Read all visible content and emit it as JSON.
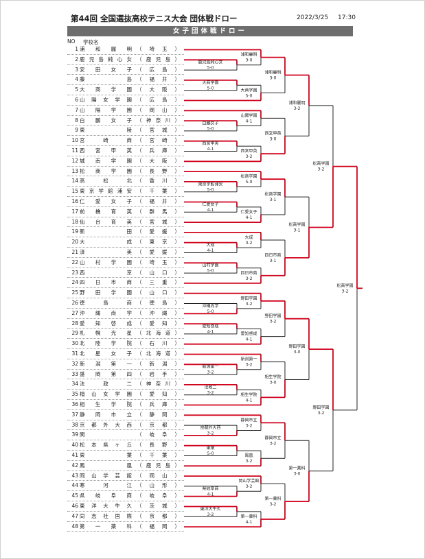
{
  "header": {
    "title": "第44回 全国選抜高校テニス大会 団体戦ドロー",
    "date": "2022/3/25",
    "time": "17:30",
    "banner": "女子団体戦ドロー"
  },
  "columns": {
    "no": "NO",
    "school": "学校名"
  },
  "entries": [
    {
      "no": "1",
      "name": "浦和麗明",
      "pref": "（埼玉）"
    },
    {
      "no": "2",
      "name": "鹿児島純心女",
      "pref": "（鹿児島）"
    },
    {
      "no": "3",
      "name": "安田女子",
      "pref": "（広島）"
    },
    {
      "no": "4",
      "name": "藤島",
      "pref": "（福井）"
    },
    {
      "no": "5",
      "name": "大商学園",
      "pref": "（大阪）"
    },
    {
      "no": "6",
      "name": "山陽女学園",
      "pref": "（広島）"
    },
    {
      "no": "7",
      "name": "山陽学園",
      "pref": "（岡山）"
    },
    {
      "no": "8",
      "name": "白鵬女子",
      "pref": "（神奈川）"
    },
    {
      "no": "9",
      "name": "東陵",
      "pref": "（宮城）"
    },
    {
      "no": "10",
      "name": "宮崎商",
      "pref": "（宮崎）"
    },
    {
      "no": "11",
      "name": "西宮甲英",
      "pref": "（兵庫）"
    },
    {
      "no": "12",
      "name": "城南学園",
      "pref": "（大阪）"
    },
    {
      "no": "13",
      "name": "松商学園",
      "pref": "（長野）"
    },
    {
      "no": "14",
      "name": "高松北",
      "pref": "（香川）"
    },
    {
      "no": "15",
      "name": "東京学館浦安",
      "pref": "（千葉）"
    },
    {
      "no": "16",
      "name": "仁愛女子",
      "pref": "（福井）"
    },
    {
      "no": "17",
      "name": "前橋育英",
      "pref": "（群馬）"
    },
    {
      "no": "18",
      "name": "仙台育英",
      "pref": "（宮城）"
    },
    {
      "no": "19",
      "name": "新田",
      "pref": "（愛媛）"
    },
    {
      "no": "20",
      "name": "大成",
      "pref": "（東京）"
    },
    {
      "no": "21",
      "name": "済美",
      "pref": "（愛媛）"
    },
    {
      "no": "22",
      "name": "山村学園",
      "pref": "（埼玉）"
    },
    {
      "no": "23",
      "name": "西京",
      "pref": "（山口）"
    },
    {
      "no": "24",
      "name": "四日市商",
      "pref": "（三重）"
    },
    {
      "no": "25",
      "name": "野田学園",
      "pref": "（山口）"
    },
    {
      "no": "26",
      "name": "徳島商",
      "pref": "（徳島）"
    },
    {
      "no": "27",
      "name": "沖縄尚学",
      "pref": "（沖縄）"
    },
    {
      "no": "28",
      "name": "愛知啓成",
      "pref": "（愛知）"
    },
    {
      "no": "29",
      "name": "札幌光星",
      "pref": "（北海道）"
    },
    {
      "no": "30",
      "name": "北陸学院",
      "pref": "（石川）"
    },
    {
      "no": "31",
      "name": "北星女子",
      "pref": "（北海道）"
    },
    {
      "no": "32",
      "name": "新潟第一",
      "pref": "（新潟）"
    },
    {
      "no": "33",
      "name": "盛岡第四",
      "pref": "（岩手）"
    },
    {
      "no": "34",
      "name": "法政二",
      "pref": "（神奈川）"
    },
    {
      "no": "35",
      "name": "椙山女学園",
      "pref": "（愛知）"
    },
    {
      "no": "36",
      "name": "相生学院",
      "pref": "（兵庫）"
    },
    {
      "no": "37",
      "name": "静岡市立",
      "pref": "（静岡）"
    },
    {
      "no": "38",
      "name": "京都外大西",
      "pref": "（京都）"
    },
    {
      "no": "39",
      "name": "関",
      "pref": "（岐阜）"
    },
    {
      "no": "40",
      "name": "松本県ヶ丘",
      "pref": "（長野）"
    },
    {
      "no": "41",
      "name": "東葉",
      "pref": "（千葉）"
    },
    {
      "no": "42",
      "name": "鳳凰",
      "pref": "（鹿児島）"
    },
    {
      "no": "43",
      "name": "岡山学芸館",
      "pref": "（岡山）"
    },
    {
      "no": "44",
      "name": "寒河江",
      "pref": "（山形）"
    },
    {
      "no": "45",
      "name": "県岐阜商",
      "pref": "（岐阜）"
    },
    {
      "no": "46",
      "name": "東洋大牛久",
      "pref": "（茨城）"
    },
    {
      "no": "47",
      "name": "同志社国際",
      "pref": "（京都）"
    },
    {
      "no": "48",
      "name": "第一薬科",
      "pref": "（福岡）"
    }
  ],
  "bracket": {
    "line_color": "#d0021b",
    "loser_line_color": "#222222",
    "matches": [
      {
        "id": "r1_1",
        "w": "浦和麗明",
        "s": "3-0"
      },
      {
        "id": "r2_1",
        "w": "鹿児島純心女",
        "s": "5-0"
      },
      {
        "id": "r3_1",
        "w": "浦和麗明",
        "s": "3-0"
      },
      {
        "id": "r4_1",
        "w": "浦和麗明",
        "s": "3-2"
      },
      {
        "id": "r2_2",
        "w": "大商学園",
        "s": "5-0"
      },
      {
        "id": "r1_2",
        "w": "大商学園",
        "s": "5-0"
      },
      {
        "id": "r1_3",
        "w": "山陽学園",
        "s": "4-1"
      },
      {
        "id": "r2_3",
        "w": "白鵬女子",
        "s": "5-0"
      },
      {
        "id": "r3_2",
        "w": "西宮甲英",
        "s": "3-0"
      },
      {
        "id": "r2_4",
        "w": "西宮甲英",
        "s": "4-1"
      },
      {
        "id": "r1_4",
        "w": "西宮甲英",
        "s": "3-2"
      },
      {
        "id": "r5_1",
        "w": "松商学園",
        "s": "3-2"
      },
      {
        "id": "r1_5",
        "w": "松商学園",
        "s": "5-0"
      },
      {
        "id": "r2_5",
        "w": "東京学館浦安",
        "s": "5-0"
      },
      {
        "id": "r3_3",
        "w": "松商学園",
        "s": "3-1"
      },
      {
        "id": "r4_2",
        "w": "松商学園",
        "s": "3-1"
      },
      {
        "id": "r2_6",
        "w": "仁愛女子",
        "s": "4-1"
      },
      {
        "id": "r1_6",
        "w": "仁愛女子",
        "s": "4-1"
      },
      {
        "id": "r1_7",
        "w": "大成",
        "s": "3-2"
      },
      {
        "id": "r2_7",
        "w": "大成",
        "s": "4-1"
      },
      {
        "id": "r3_4",
        "w": "四日市商",
        "s": "3-1"
      },
      {
        "id": "r2_8",
        "w": "山村学園",
        "s": "5-0"
      },
      {
        "id": "r1_8",
        "w": "四日市商",
        "s": "3-2"
      },
      {
        "id": "r6_1",
        "w": "松商学園",
        "s": "3-2"
      },
      {
        "id": "r1_9",
        "w": "野田学園",
        "s": "3-2"
      },
      {
        "id": "r2_9",
        "w": "沖縄尚学",
        "s": "5-0"
      },
      {
        "id": "r3_5",
        "w": "野田学園",
        "s": "3-2"
      },
      {
        "id": "r4_3",
        "w": "野田学園",
        "s": "3-0"
      },
      {
        "id": "r2_10",
        "w": "愛知啓成",
        "s": "4-1"
      },
      {
        "id": "r1_10",
        "w": "愛知啓成",
        "s": "4-1"
      },
      {
        "id": "r1_11",
        "w": "新潟第一",
        "s": "3-2"
      },
      {
        "id": "r2_11",
        "w": "新潟第一",
        "s": "3-2"
      },
      {
        "id": "r3_6",
        "w": "相生学院",
        "s": "3-0"
      },
      {
        "id": "r2_12",
        "w": "法政二",
        "s": "3-2"
      },
      {
        "id": "r1_12",
        "w": "相生学院",
        "s": "4-1"
      },
      {
        "id": "r5_2",
        "w": "野田学園",
        "s": "3-2"
      },
      {
        "id": "r1_13",
        "w": "静岡市立",
        "s": "3-2"
      },
      {
        "id": "r2_13",
        "w": "京都外大西",
        "s": "3-2"
      },
      {
        "id": "r3_7",
        "w": "静岡市立",
        "s": "3-2"
      },
      {
        "id": "r4_4",
        "w": "第一薬科",
        "s": "3-0"
      },
      {
        "id": "r2_14",
        "w": "東葉",
        "s": "5-0"
      },
      {
        "id": "r1_14",
        "w": "鳳凰",
        "s": "3-2"
      },
      {
        "id": "r1_15",
        "w": "岡山学芸館",
        "s": "3-2"
      },
      {
        "id": "r2_15",
        "w": "県岐阜商",
        "s": "4-1"
      },
      {
        "id": "r3_8",
        "w": "第一薬科",
        "s": "3-2"
      },
      {
        "id": "r2_16",
        "w": "東洋大牛久",
        "s": "3-2"
      },
      {
        "id": "r1_16",
        "w": "第一薬科",
        "s": "4-1"
      }
    ]
  }
}
